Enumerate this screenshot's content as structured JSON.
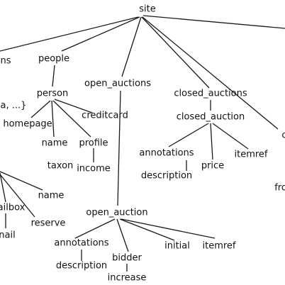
{
  "diagram": {
    "nodes": {
      "site": "site",
      "regions_cut": "ns",
      "people": "people",
      "open_auctions": "open_auctions",
      "closed_auctions": "closed_auctions",
      "right_cut_c": "c",
      "person": "person",
      "items_cut": "a, ...}",
      "homepage": "homepage",
      "creditcard": "creditcard",
      "name_person": "name",
      "profile": "profile",
      "taxon": "taxon",
      "income": "income",
      "closed_auction": "closed_auction",
      "annotations_closed": "annotations",
      "price": "price",
      "itemref_closed": "itemref",
      "description_closed": "description",
      "right_cut_fro": "fro",
      "name_left": "name",
      "mailbox_cut": "ailbox",
      "reserve": "reserve",
      "mail_cut": "nail",
      "open_auction": "open_auction",
      "annotations_open": "annotations",
      "bidder": "bidder",
      "initial": "initial",
      "itemref_open": "itemref",
      "description_open": "description",
      "increase": "increase"
    }
  }
}
